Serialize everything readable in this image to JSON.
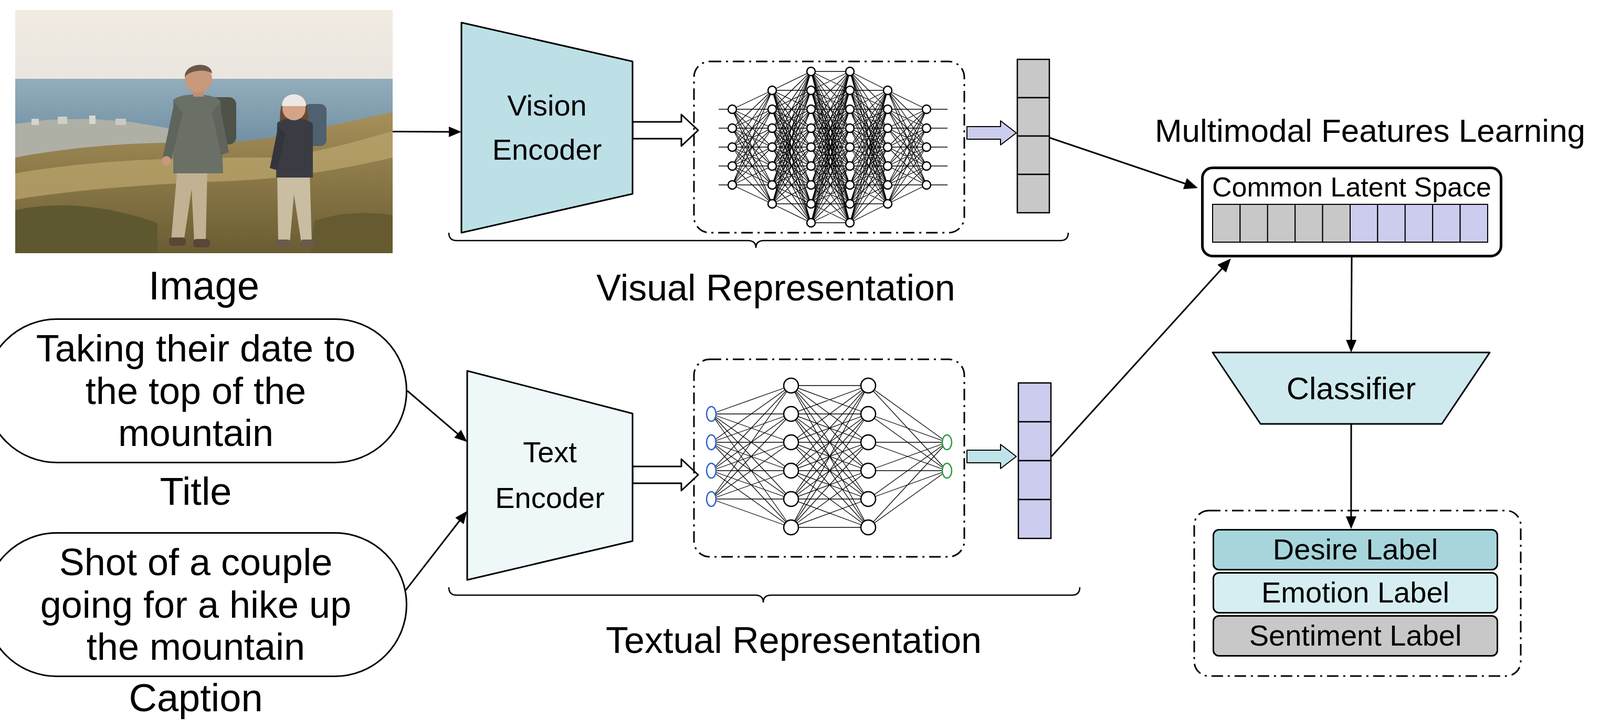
{
  "diagram": {
    "nodes": [
      {
        "text": [
          "Image"
        ]
      },
      {
        "text": [
          "Vision Encoder"
        ]
      },
      {
        "text": [
          "Taking their date to the top of the mountain",
          "Title"
        ]
      },
      {
        "text": [
          "Text Encoder"
        ]
      },
      {
        "text": [
          "Shot of a couple going for a hike up the mountain",
          "Caption"
        ]
      },
      {
        "text": [
          "Common Latent Space"
        ]
      },
      {
        "text": [
          "Classifier"
        ]
      },
      {
        "text": [
          "Desire Label"
        ]
      },
      {
        "text": [
          "Emotion Label"
        ]
      },
      {
        "text": [
          "Sentiment Label"
        ]
      }
    ],
    "edges": [
      {
        "from": 0,
        "to": 1,
        "arrow": "to"
      },
      {
        "from": 2,
        "to": 3,
        "arrow": "to"
      },
      {
        "from": 4,
        "to": 3,
        "arrow": "to"
      },
      {
        "from": 5,
        "to": 6,
        "arrow": "to"
      },
      {
        "from": 6,
        "to": 7,
        "arrow": "to"
      }
    ],
    "labels": [
      "Visual Representation",
      "Textual Representation",
      "Multimodal Features Learning"
    ]
  }
}
